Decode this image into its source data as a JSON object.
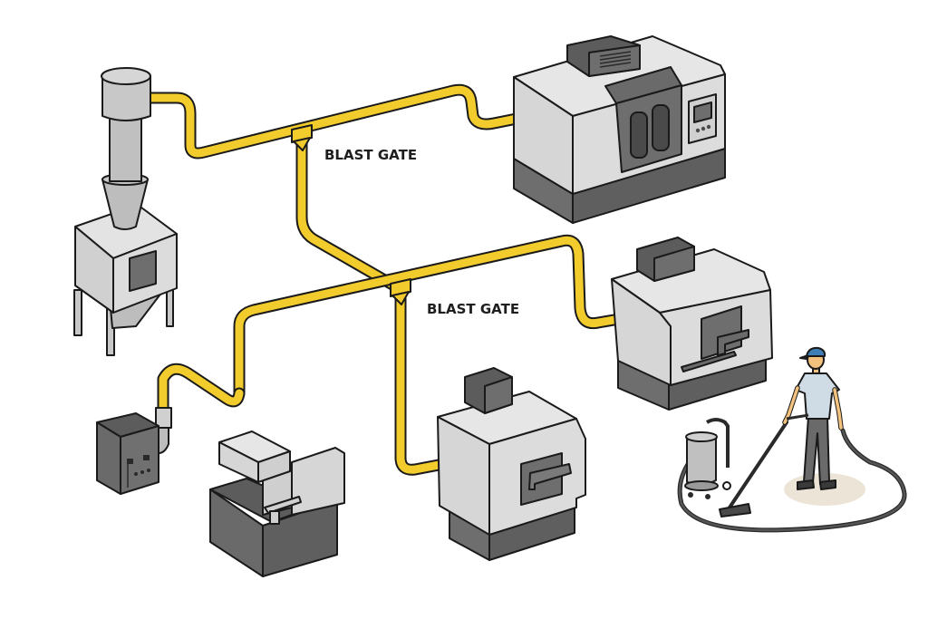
{
  "title": "Workshop dust collection system",
  "colors": {
    "duct": "#f2cb2c",
    "duct_outline": "#1a1a1a",
    "machine_light": "#d9d9d9",
    "machine_mid": "#bdbdbd",
    "machine_dark": "#6e6e6e",
    "shirt": "#cfdbe5",
    "cap": "#3f7fb6",
    "skin": "#f3c27e",
    "floor_spot": "#ece4d6"
  },
  "labels": {
    "blast_gate_upper": "BLAST GATE",
    "blast_gate_lower": "BLAST GATE"
  },
  "components": [
    {
      "id": "cyclone-dust-collector",
      "name": "Cyclone dust collector"
    },
    {
      "id": "cnc-machining-center",
      "name": "CNC machining center"
    },
    {
      "id": "right-machine",
      "name": "Enclosed machine with lever"
    },
    {
      "id": "center-machine",
      "name": "Enclosed machine with handle"
    },
    {
      "id": "control-box",
      "name": "Control box with outlet"
    },
    {
      "id": "bench-tool",
      "name": "Bench tool on base"
    },
    {
      "id": "worker-shop-vac",
      "name": "Worker using shop vacuum"
    }
  ]
}
